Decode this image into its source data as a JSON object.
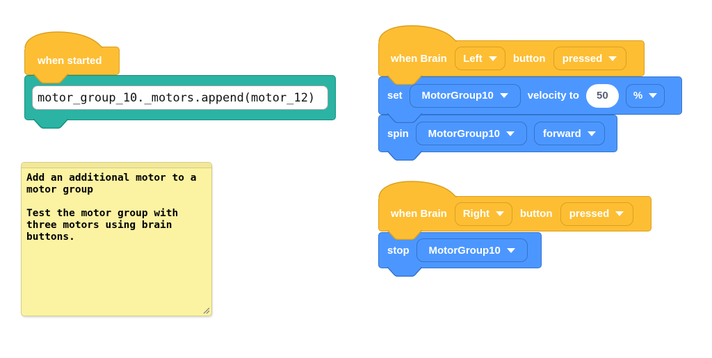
{
  "colors": {
    "events_fill": "#fdbe33",
    "events_border": "#d9a021",
    "motion_fill": "#4c97ff",
    "motion_border": "#3373cc",
    "teal_fill": "#2bb3a3",
    "teal_border": "#13907f",
    "comment_fill": "#fbf3a2",
    "comment_bar": "#f2e89a",
    "comment_border": "#d6cc82",
    "oval_text": "#575e75",
    "canvas_bg": "#ffffff"
  },
  "blocks": {
    "when_started": {
      "label": "when started"
    },
    "python_statement": {
      "code": "motor_group_10._motors.append(motor_12)"
    },
    "comment": {
      "text": "Add an additional motor to a\nmotor group\n\nTest the motor group with\nthree motors using brain\nbuttons."
    },
    "when_brain_left": {
      "when": "when Brain",
      "button_option": "Left",
      "button_word": "button",
      "state_option": "pressed"
    },
    "set_velocity": {
      "verb": "set",
      "motor": "MotorGroup10",
      "phrase": "velocity to",
      "value": "50",
      "unit": "%"
    },
    "spin": {
      "verb": "spin",
      "motor": "MotorGroup10",
      "direction": "forward"
    },
    "when_brain_right": {
      "when": "when Brain",
      "button_option": "Right",
      "button_word": "button",
      "state_option": "pressed"
    },
    "stop": {
      "verb": "stop",
      "motor": "MotorGroup10"
    }
  }
}
